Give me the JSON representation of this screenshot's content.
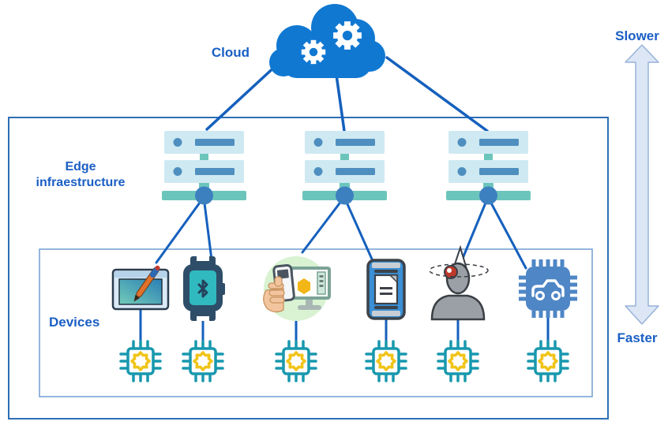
{
  "labels": {
    "cloud": "Cloud",
    "edge_infrastructure": "Edge\ninfraestructure",
    "devices": "Devices",
    "slower": "Slower",
    "faster": "Faster"
  },
  "colors": {
    "line_blue": "#1560bd",
    "cloud_blue": "#1178d2",
    "label_blue": "#1a5fc4",
    "server_body": "#cfe9f2",
    "server_bar_blue": "#4e8fc0",
    "server_teal": "#6cc5bb",
    "server_node_blue": "#3d80c0",
    "chip_teal": "#1898ae",
    "chip_yellow": "#f0c419",
    "arrow_fill": "#dce6f5",
    "arrow_stroke": "#98b2d9",
    "outer_box_border": "#2d6fb5",
    "devices_box_border": "#7aa3d4"
  },
  "icons": {
    "cloud": "cloud-gears-icon",
    "edge_node": "server-rack-icon",
    "device_list": [
      "drawing-tablet-icon",
      "smartwatch-bluetooth-icon",
      "handheld-scanner-monitor-icon",
      "smartphone-document-icon",
      "vr-headset-person-icon",
      "automotive-chip-icon"
    ],
    "endpoint": "processor-chip-icon",
    "scale": "double-headed-arrow-icon"
  },
  "structure": {
    "edge_node_count": 3,
    "device_count": 6,
    "endpoint_chip_count": 6
  }
}
